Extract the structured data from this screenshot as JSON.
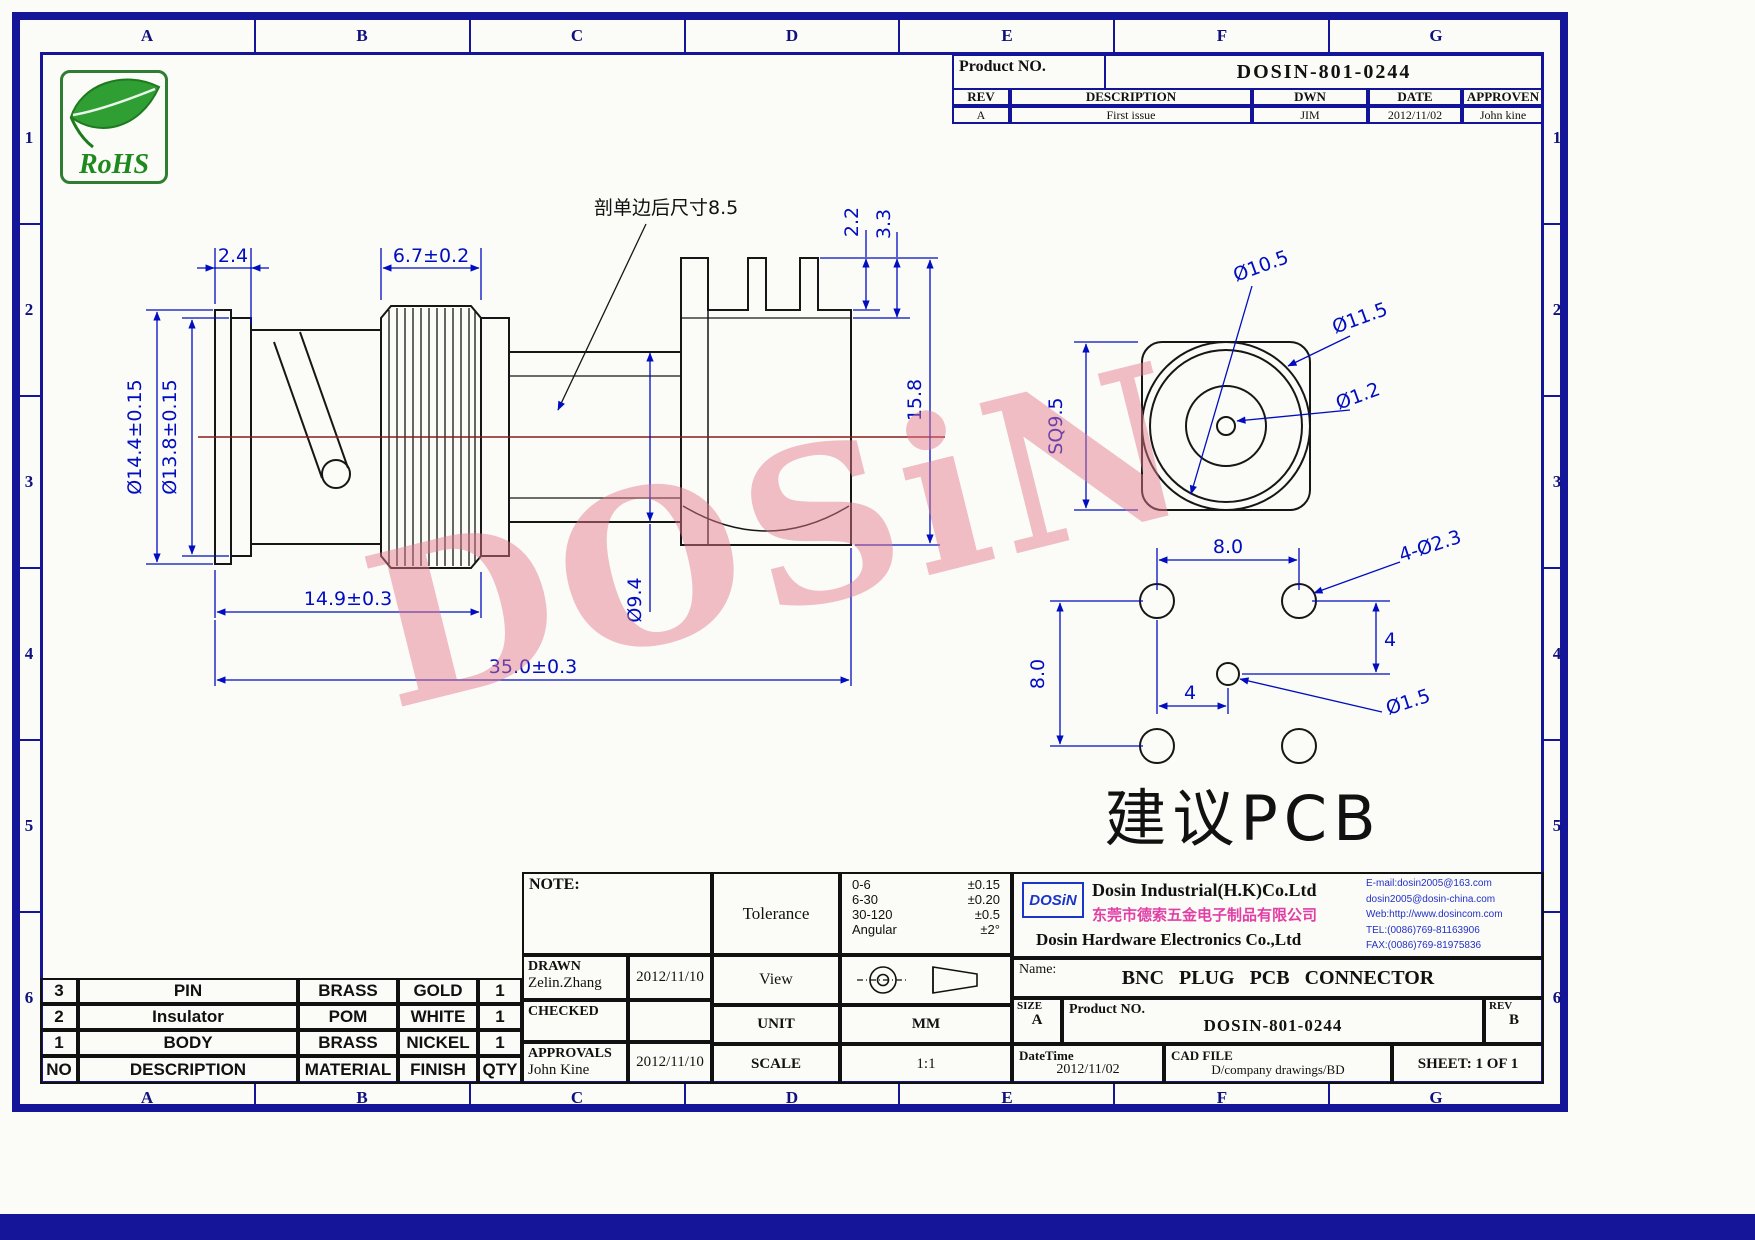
{
  "frame": {
    "zones_h": [
      "A",
      "B",
      "C",
      "D",
      "E",
      "F",
      "G"
    ],
    "zones_v": [
      "1",
      "2",
      "3",
      "4",
      "5",
      "6"
    ]
  },
  "rohs": {
    "label": "RoHS"
  },
  "watermark": "DOSiN",
  "title_block": {
    "product_no_label": "Product NO.",
    "product_no": "DOSIN-801-0244",
    "col_rev": "REV",
    "col_description": "DESCRIPTION",
    "col_dwn": "DWN",
    "col_date": "DATE",
    "col_approven": "APPROVEN",
    "rev": "A",
    "description": "First issue",
    "dwn": "JIM",
    "date": "2012/11/02",
    "approven": "John kine"
  },
  "drawing": {
    "dims": {
      "d2_4": "2.4",
      "d6_7": "6.7±0.2",
      "cut_note": "剖单边后尺寸8.5",
      "d2_2": "2.2",
      "d3_3": "3.3",
      "d15_8": "15.8",
      "d9_4": "Ø9.4",
      "d14_4": "Ø14.4±0.15",
      "d13_8": "Ø13.8±0.15",
      "d14_9": "14.9±0.3",
      "d35_0": "35.0±0.3",
      "sq9_5": "SQ9.5",
      "d10_5": "Ø10.5",
      "d11_5": "Ø11.5",
      "d1_2": "Ø1.2",
      "d8_0_h": "8.0",
      "d4_d2_3": "4-Ø2.3",
      "d4_v": "4",
      "d8_0_v": "8.0",
      "d4_h": "4",
      "d1_5": "Ø1.5",
      "pcb_note": "建议PCB"
    }
  },
  "parts_table": {
    "header": {
      "no": "NO",
      "description": "DESCRIPTION",
      "material": "MATERIAL",
      "finish": "FINISH",
      "qty": "QTY"
    },
    "rows": [
      {
        "no": "3",
        "description": "PIN",
        "material": "BRASS",
        "finish": "GOLD",
        "qty": "1"
      },
      {
        "no": "2",
        "description": "Insulator",
        "material": "POM",
        "finish": "WHITE",
        "qty": "1"
      },
      {
        "no": "1",
        "description": "BODY",
        "material": "BRASS",
        "finish": "NICKEL",
        "qty": "1"
      }
    ]
  },
  "note_block": {
    "note_label": "NOTE:",
    "drawn_label": "DRAWN",
    "drawn_name": "Zelin.Zhang",
    "drawn_date": "2012/11/10",
    "checked_label": "CHECKED",
    "approvals_label": "APPROVALS",
    "approvals_name": "John Kine",
    "approvals_date": "2012/11/10"
  },
  "tolerance_block": {
    "label": "Tolerance",
    "rows": [
      {
        "range": "0-6",
        "value": "±0.15"
      },
      {
        "range": "6-30",
        "value": "±0.20"
      },
      {
        "range": "30-120",
        "value": "±0.5"
      },
      {
        "range": "Angular",
        "value": "±2°"
      }
    ],
    "view_label": "View",
    "unit_label": "UNIT",
    "unit_value": "MM",
    "scale_label": "SCALE",
    "scale_value": "1:1"
  },
  "company_block": {
    "logo_text": "DOSiN",
    "name_en_1": "Dosin Industrial(H.K)Co.Ltd",
    "name_cn": "东莞市德索五金电子制品有限公司",
    "name_en_2": "Dosin Hardware Electronics Co.,Ltd",
    "contact_lines": [
      "E-mail:dosin2005@163.com",
      "dosin2005@dosin-china.com",
      "Web:http://www.dosincom.com",
      "TEL:(0086)769-81163906",
      "FAX:(0086)769-81975836"
    ],
    "name_label": "Name:",
    "product_name": "BNC PLUG PCB CONNECTOR",
    "size_label": "SIZE",
    "size_value": "A",
    "product_no_label": "Product NO.",
    "product_no": "DOSIN-801-0244",
    "rev_label": "REV",
    "rev_value": "B",
    "datetime_label": "DateTime",
    "datetime_value": "2012/11/02",
    "cad_label": "CAD FILE",
    "cad_value": "D/company drawings/BD",
    "sheet_label": "SHEET: 1 OF 1"
  }
}
